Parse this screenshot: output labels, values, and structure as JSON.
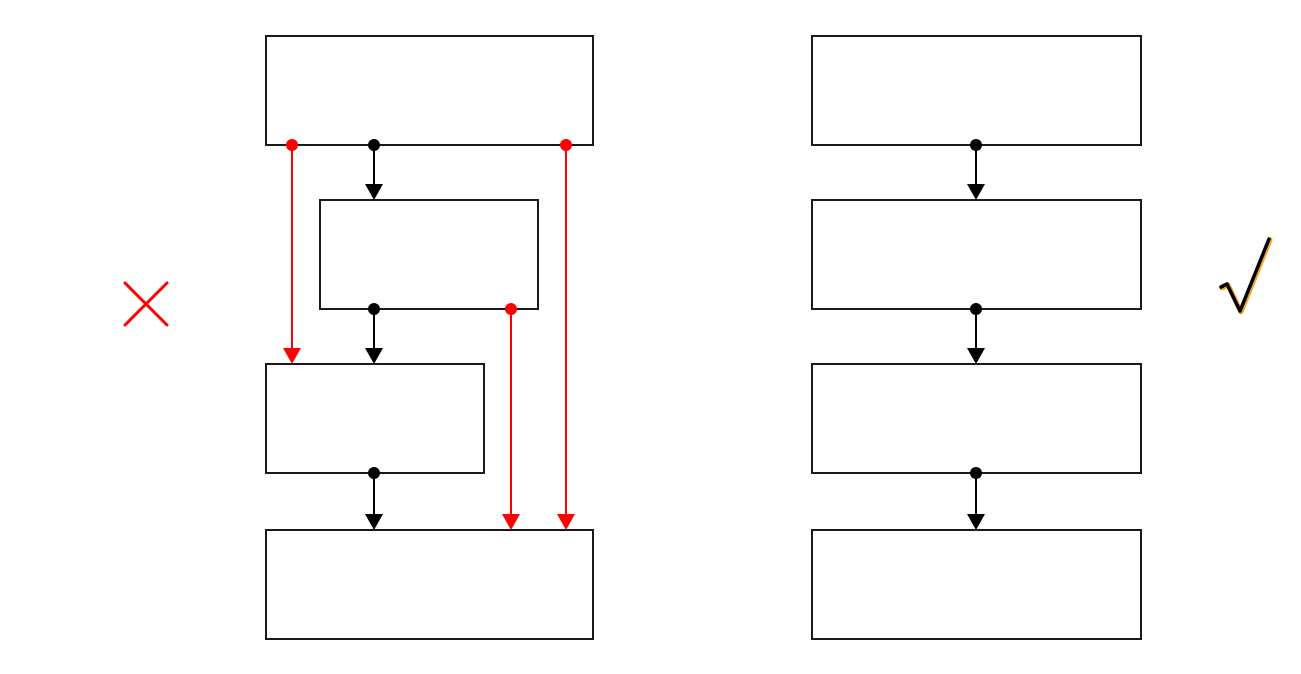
{
  "colors": {
    "background": "#ffffff",
    "stroke": "#1a1a1a",
    "bad_connector": "#ff0000",
    "good_connector": "#000000",
    "cross_mark": "#ff0000",
    "check_mark": "#000000",
    "check_mark_accent": "#f5a623"
  },
  "left_diagram": {
    "verdict_icon": "cross-icon",
    "blocks": 4,
    "normal_connectors": 3,
    "skip_connectors": 3
  },
  "right_diagram": {
    "verdict_icon": "check-icon",
    "blocks": 4,
    "normal_connectors": 3,
    "skip_connectors": 0
  }
}
